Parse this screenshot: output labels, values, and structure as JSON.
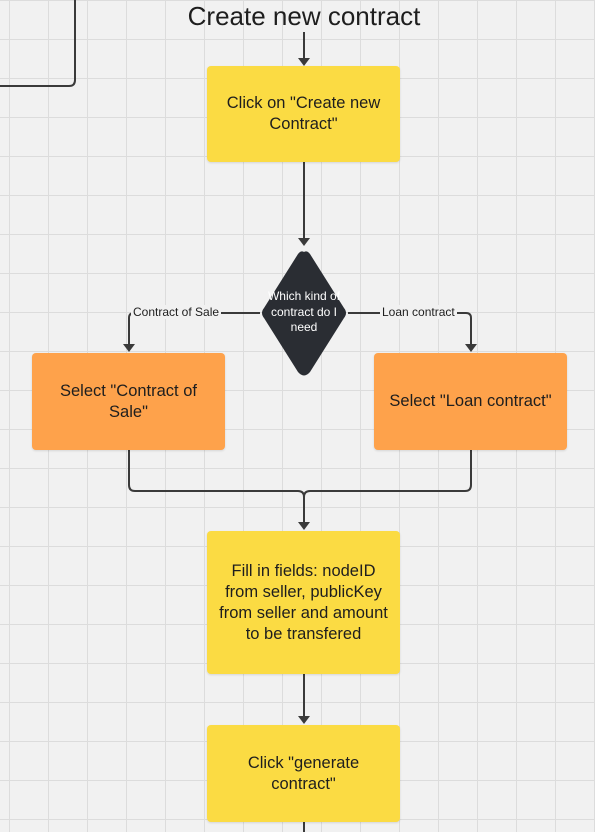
{
  "title": "Create new contract",
  "nodes": {
    "click_create": "Click on \"Create new Contract\"",
    "decision": "Which kind of contract do I need",
    "select_sale": "Select \"Contract of Sale\"",
    "select_loan": "Select \"Loan contract\"",
    "fill_fields": "Fill in fields: nodeID from seller, publicKey from seller and amount to be transfered",
    "generate": "Click \"generate contract\""
  },
  "edges": {
    "left_label": "Contract of Sale",
    "right_label": "Loan contract"
  },
  "colors": {
    "yellow": "#fbdb43",
    "orange": "#fea24b",
    "diamond": "#2a2d33",
    "connector": "#3a3a3a"
  }
}
